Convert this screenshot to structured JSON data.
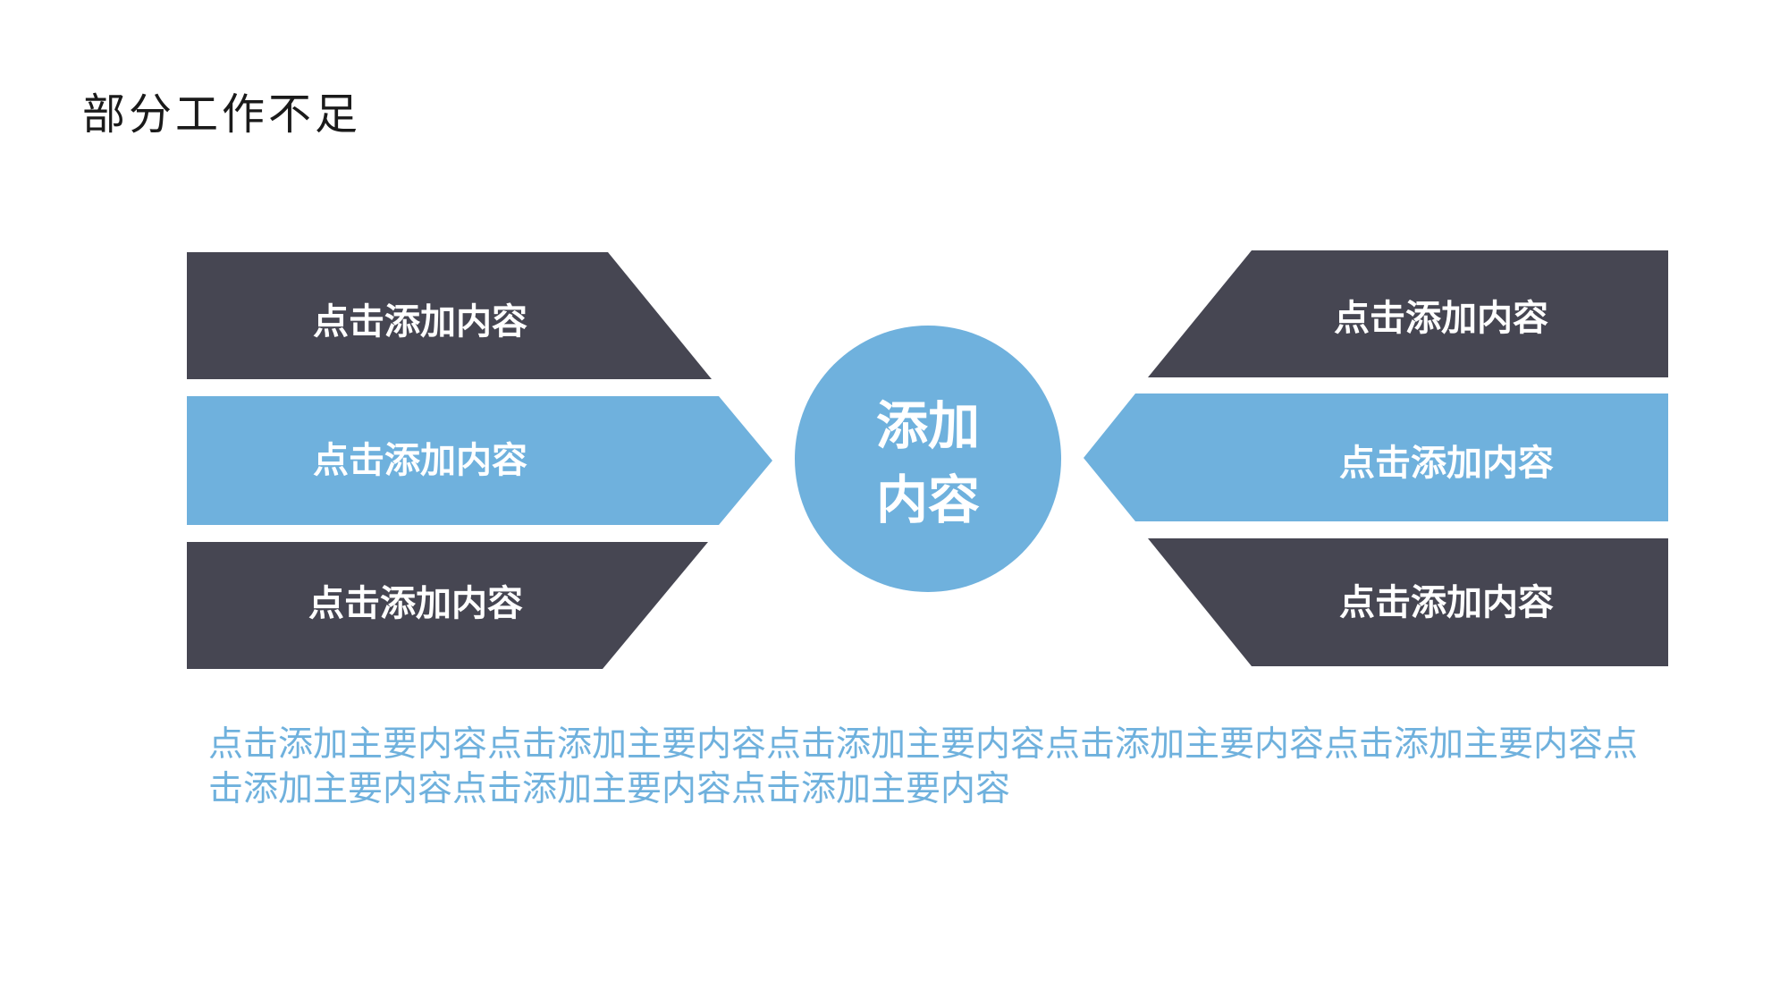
{
  "title": "部分工作不足",
  "colors": {
    "dark": "#464652",
    "accent": "#6fb1dd",
    "label": "#ffffff",
    "description": "#6fb1dd"
  },
  "center": {
    "line1": "添加",
    "line2": "内容"
  },
  "left_items": [
    {
      "label": "点击添加内容",
      "style": "dark"
    },
    {
      "label": "点击添加内容",
      "style": "accent"
    },
    {
      "label": "点击添加内容",
      "style": "dark"
    }
  ],
  "right_items": [
    {
      "label": "点击添加内容",
      "style": "dark"
    },
    {
      "label": "点击添加内容",
      "style": "accent"
    },
    {
      "label": "点击添加内容",
      "style": "dark"
    }
  ],
  "description": "点击添加主要内容点击添加主要内容点击添加主要内容点击添加主要内容点击添加主要内容点击添加主要内容点击添加主要内容点击添加主要内容"
}
